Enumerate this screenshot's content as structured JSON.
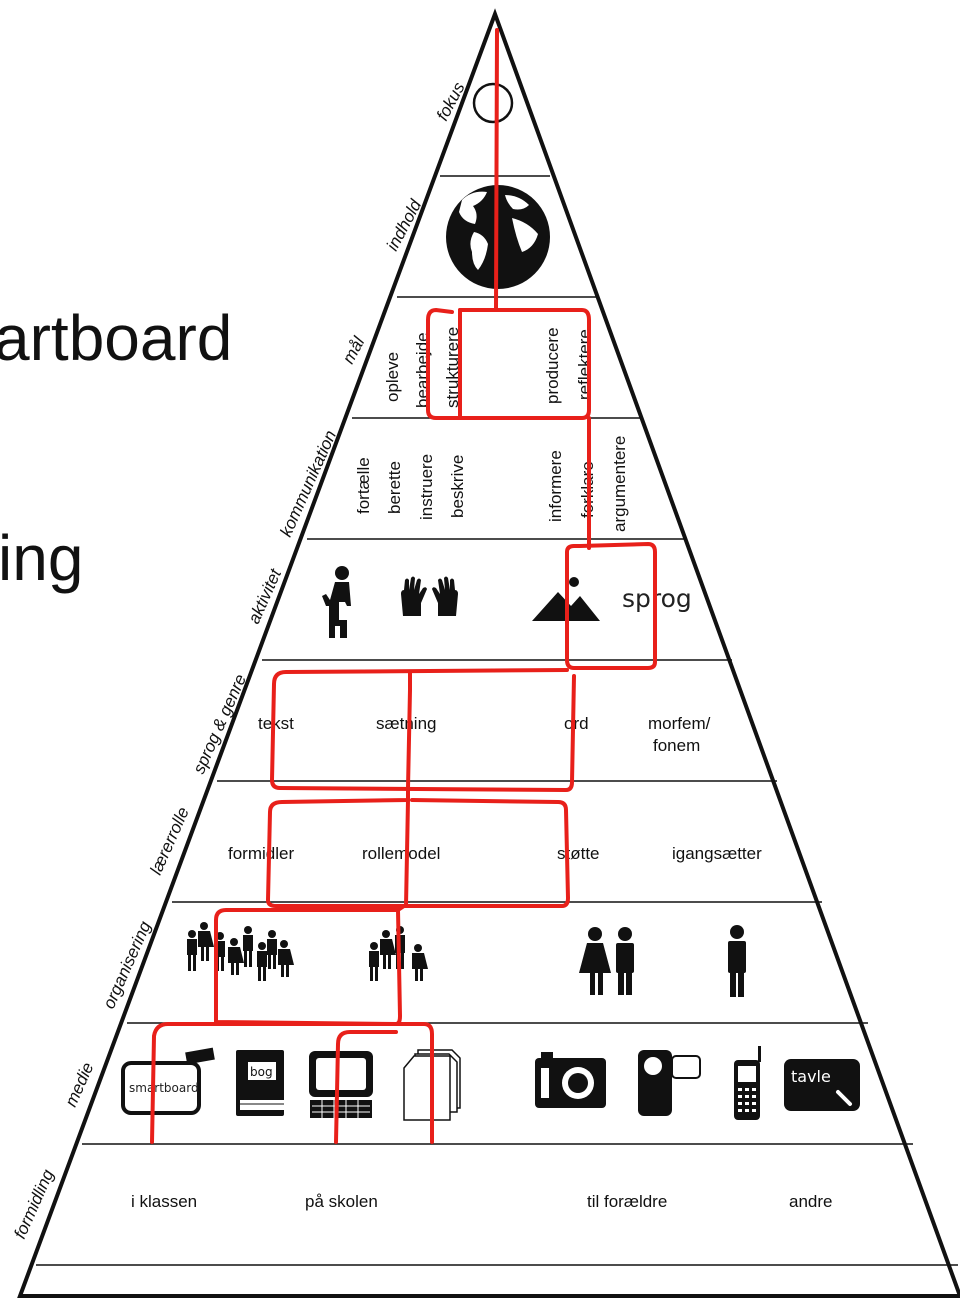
{
  "partial_titles": [
    "artboard",
    "ing"
  ],
  "levels": [
    {
      "side_label": "fokus"
    },
    {
      "side_label": "indhold"
    },
    {
      "side_label": "mål",
      "items": [
        "opleve",
        "bearbejde",
        "strukturere",
        "producere",
        "reflektere"
      ]
    },
    {
      "side_label": "kommunikation",
      "items": [
        "fortælle",
        "berette",
        "instruere",
        "beskrive",
        "informere",
        "forklare",
        "argumentere"
      ]
    },
    {
      "side_label": "aktivitet",
      "items": [
        "sprog"
      ]
    },
    {
      "side_label": "sprog & genre",
      "items": [
        "tekst",
        "sætning",
        "ord",
        "morfem/",
        "fonem"
      ]
    },
    {
      "side_label": "lærerrolle",
      "items": [
        "formidler",
        "rollemodel",
        "støtte",
        "igangsætter"
      ]
    },
    {
      "side_label": "organisering"
    },
    {
      "side_label": "medie",
      "items": [
        "smartboard",
        "bog",
        "tavle"
      ]
    },
    {
      "side_label": "formidling",
      "items": [
        "i klassen",
        "på skolen",
        "til forældre",
        "andre"
      ]
    }
  ],
  "icons": [
    "target-icon",
    "globe-icon",
    "kneeling-person-icon",
    "hands-icon",
    "mountain-icon",
    "class-group-icon",
    "small-group-icon",
    "pair-icon",
    "single-person-icon",
    "smartboard-icon",
    "book-icon",
    "computer-icon",
    "paper-icon",
    "camera-icon",
    "video-camera-icon",
    "mobile-phone-icon",
    "blackboard-icon"
  ],
  "colors": {
    "path": "#e8201a",
    "ink": "#111111"
  }
}
